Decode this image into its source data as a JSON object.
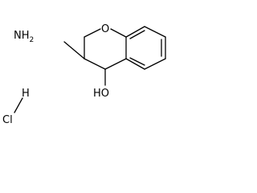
{
  "molecule": {
    "atoms": {
      "ring_oxygen": "O",
      "amine": "NH2",
      "amine_letters": "NH",
      "amine_subscript": "2",
      "hydroxyl": "HO",
      "salt_hydrogen": "H",
      "salt_chlorine": "Cl"
    }
  },
  "colors": {
    "bond": "#000000",
    "label": "#000000",
    "background": "#ffffff"
  }
}
